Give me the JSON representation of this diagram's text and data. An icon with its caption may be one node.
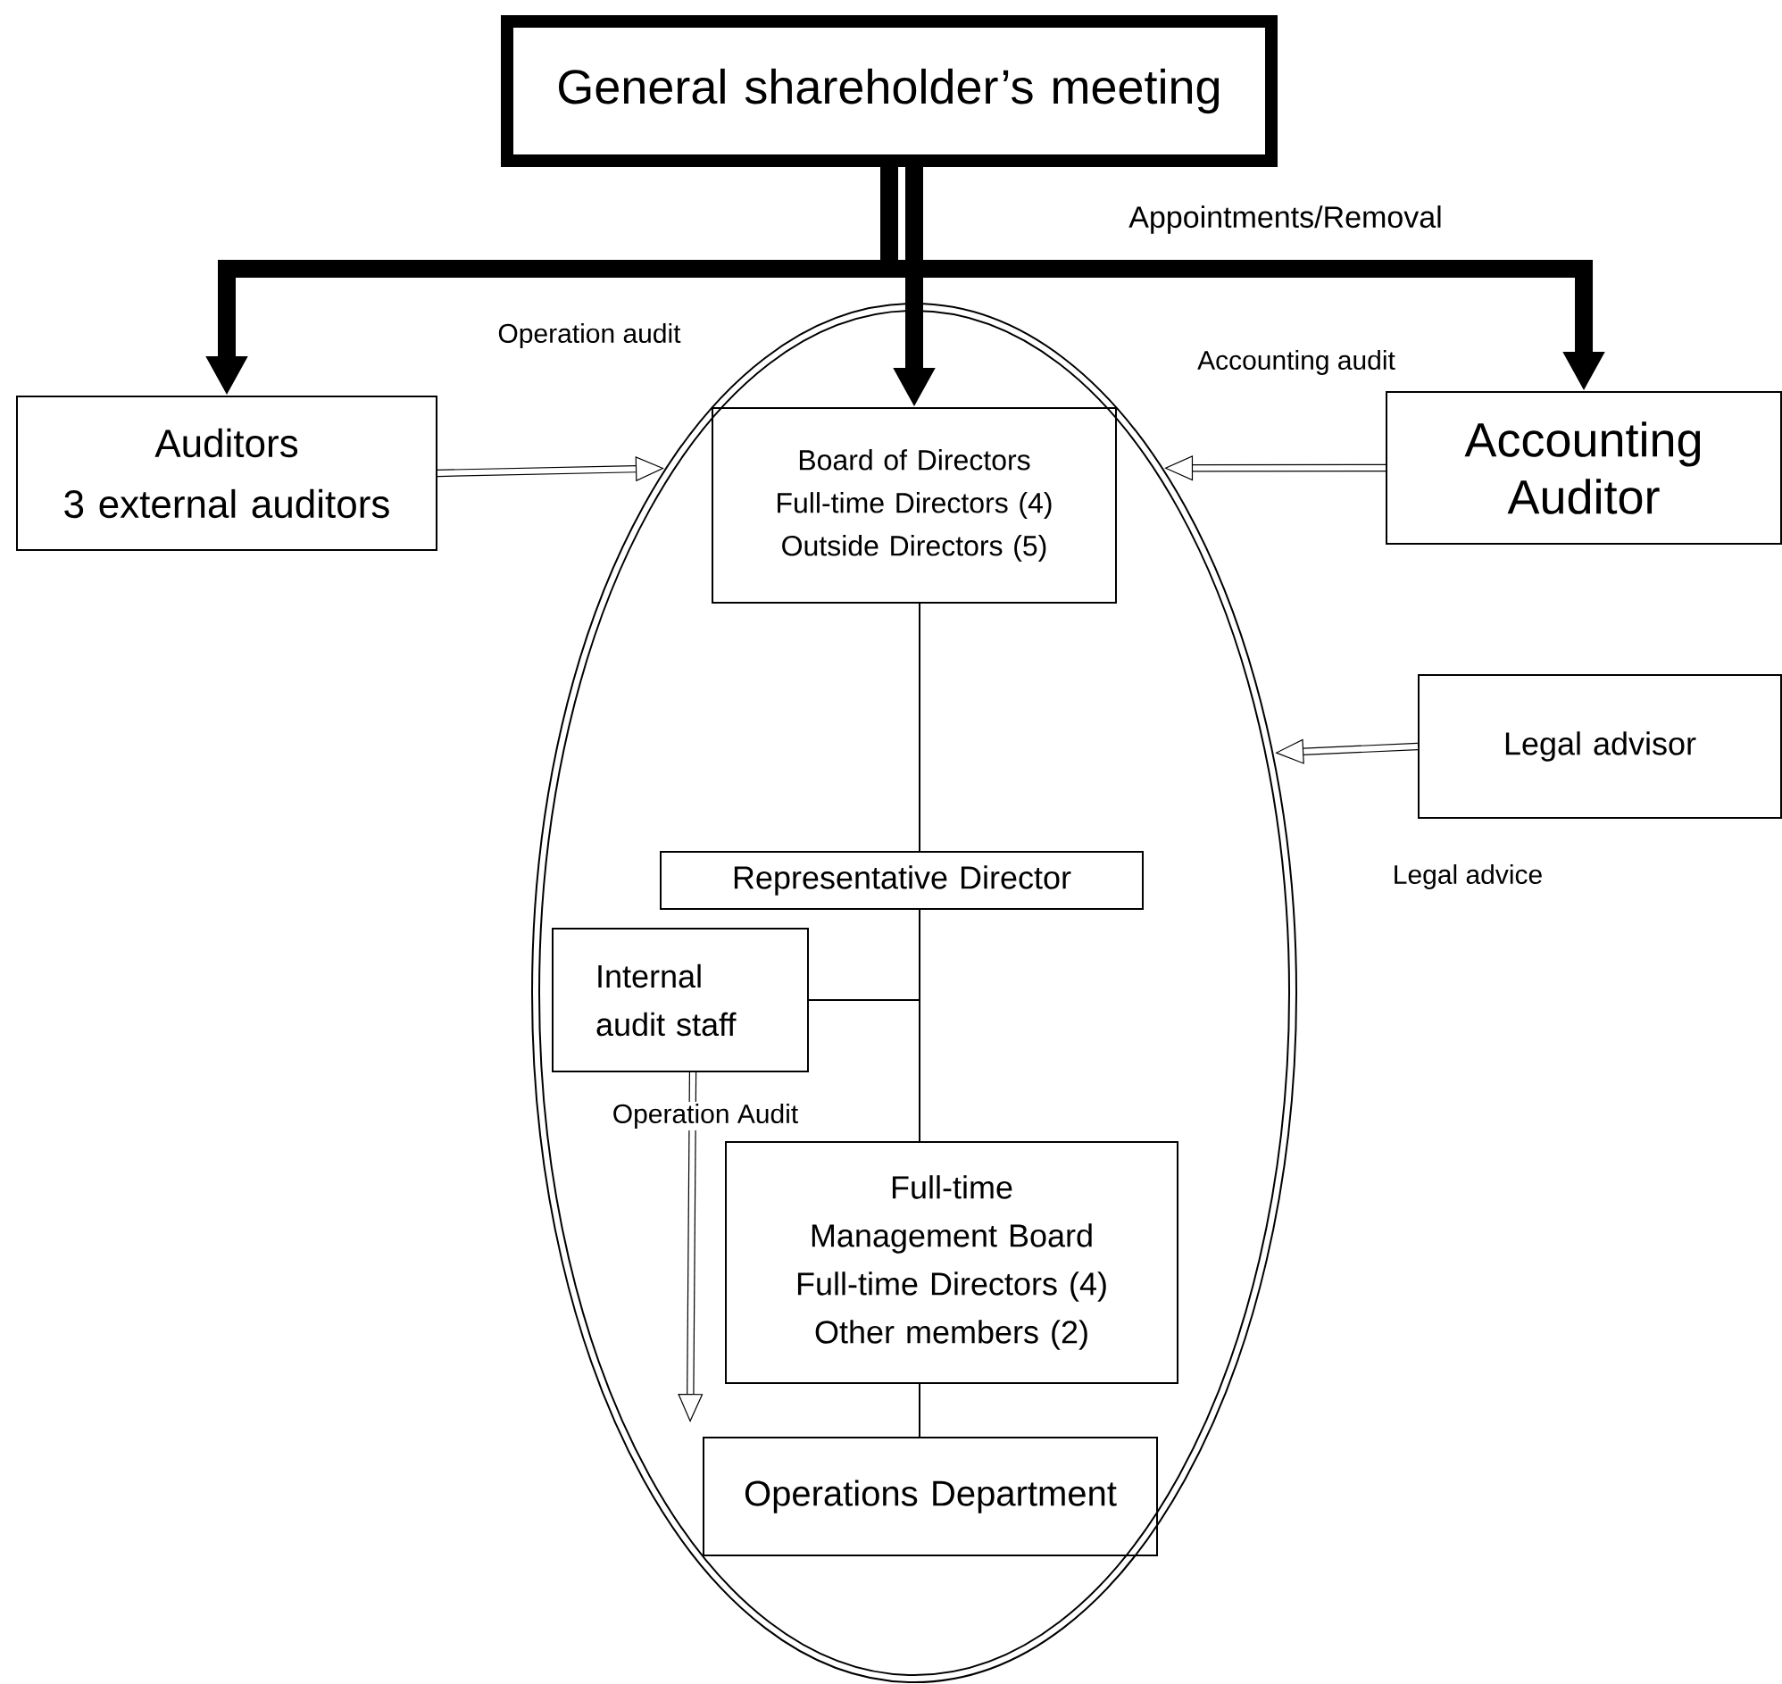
{
  "diagram": {
    "nodes": [
      {
        "text": [
          "General shareholder’s meeting"
        ]
      },
      {
        "text": [],
        "shape": "ellipse"
      },
      {
        "text": [
          "Auditors",
          "3 external auditors"
        ]
      },
      {
        "text": [
          "Board of Directors",
          "Full-time Directors (4)",
          "Outside Directors (5)"
        ],
        "in": 1
      },
      {
        "text": [
          "Accounting Auditor"
        ]
      },
      {
        "text": [
          "Legal advisor"
        ]
      },
      {
        "text": [
          "Representative Director"
        ],
        "in": 1
      },
      {
        "text": [
          "Internal audit staff"
        ],
        "in": 1
      },
      {
        "text": [
          "Full-time Management Board",
          "Full-time Directors (4)",
          "Other members (2)"
        ],
        "in": 1
      },
      {
        "text": [
          "Operations Department"
        ],
        "in": 1
      }
    ],
    "edges": [
      {
        "from": 0,
        "to": 3,
        "arrow": "to",
        "style": "thick"
      },
      {
        "from": 0,
        "to": 2,
        "arrow": "to",
        "style": "thick"
      },
      {
        "from": 0,
        "to": 4,
        "arrow": "to",
        "style": "thick",
        "label": "Appointments/Removal"
      },
      {
        "from": 2,
        "to": 1,
        "arrow": "to",
        "label": "Operation audit"
      },
      {
        "from": 4,
        "to": 1,
        "arrow": "to",
        "label": "Accounting audit"
      },
      {
        "from": 5,
        "to": 1,
        "arrow": "to",
        "label": "Legal advice"
      },
      {
        "from": 3,
        "to": 6,
        "arrow": "none"
      },
      {
        "from": 6,
        "to": 7,
        "arrow": "none"
      },
      {
        "from": 6,
        "to": 8,
        "arrow": "none"
      },
      {
        "from": 8,
        "to": 9,
        "arrow": "none"
      },
      {
        "from": 7,
        "to": 9,
        "arrow": "to",
        "label": "Operation Audit"
      }
    ]
  }
}
